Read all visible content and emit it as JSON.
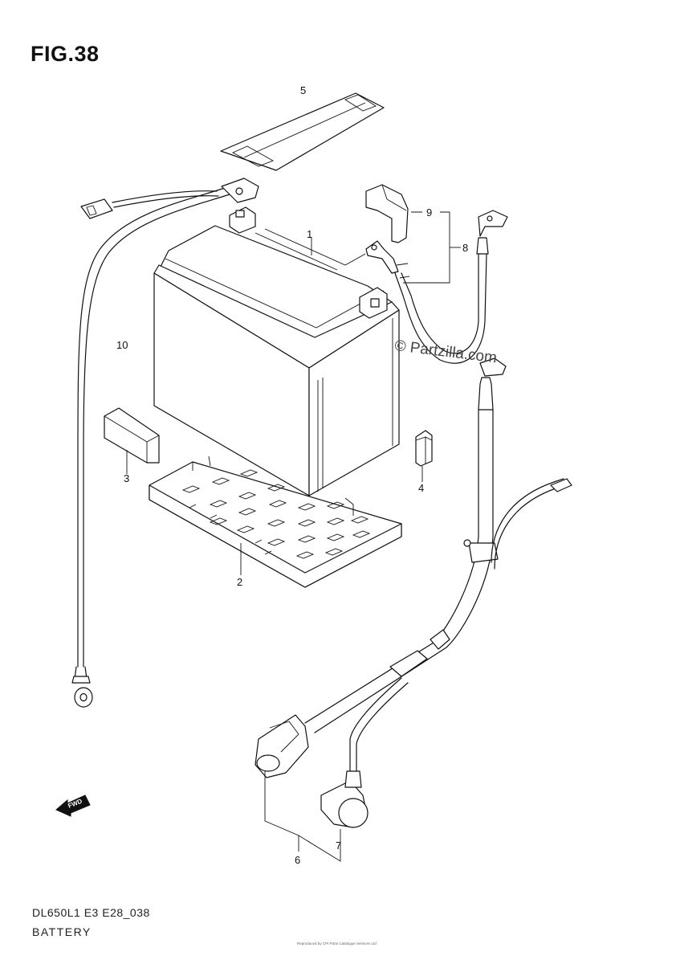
{
  "figure": {
    "title": "FIG.38"
  },
  "footer": {
    "code": "DL650L1 E3 E28_038",
    "name": "BATTERY"
  },
  "watermark": "© Partzilla.com",
  "copyright": "Reproduced by CPI Parts Catalogue Services Ltd",
  "fwd_label": "FWD",
  "callouts": [
    "1",
    "2",
    "3",
    "4",
    "5",
    "6",
    "7",
    "8",
    "9",
    "10"
  ]
}
